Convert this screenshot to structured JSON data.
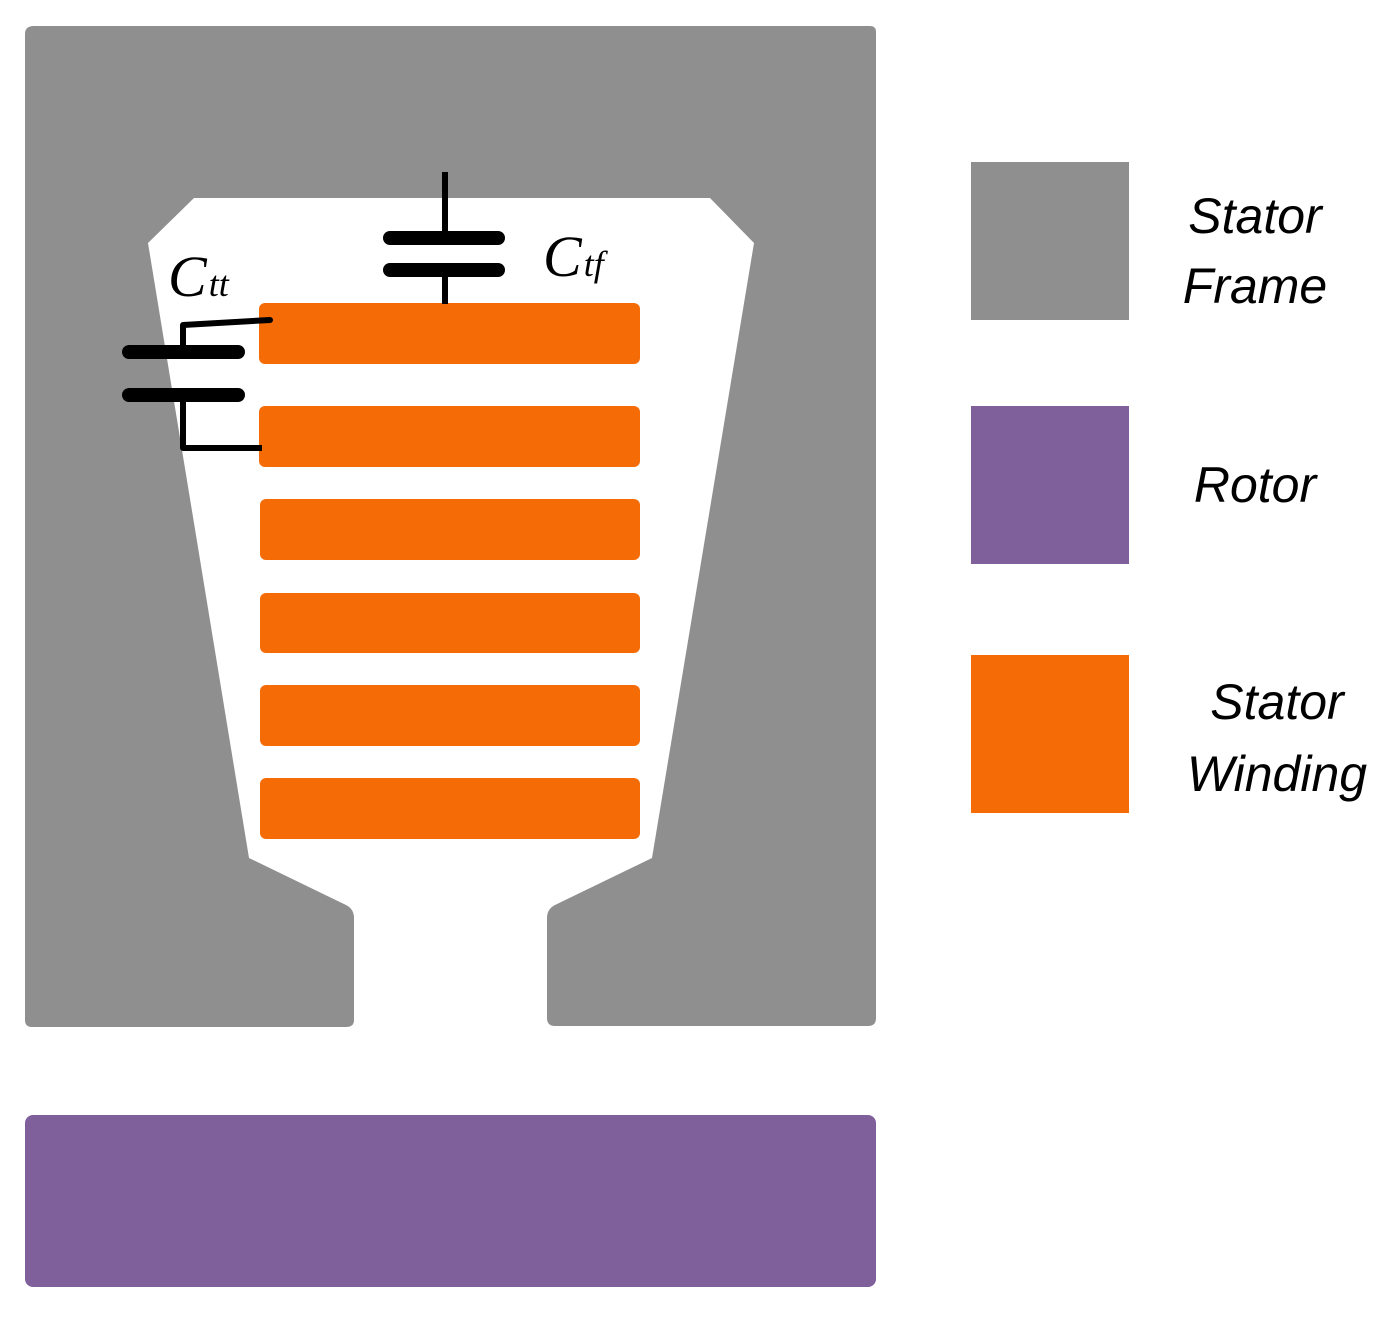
{
  "colors": {
    "stator_frame": "#8f8f8f",
    "rotor": "#80609a",
    "stator_winding": "#f56c06",
    "slot": "#ffffff",
    "wire": "#000000"
  },
  "capacitors": {
    "turn_to_turn": {
      "symbol": "C",
      "subscript": "tt"
    },
    "turn_to_frame": {
      "symbol": "C",
      "subscript": "tf"
    }
  },
  "legend": {
    "stator_frame": {
      "line1": "Stator",
      "line2": "Frame"
    },
    "rotor": {
      "line1": "Rotor"
    },
    "stator_winding": {
      "line1": "Stator",
      "line2": "Winding"
    }
  }
}
